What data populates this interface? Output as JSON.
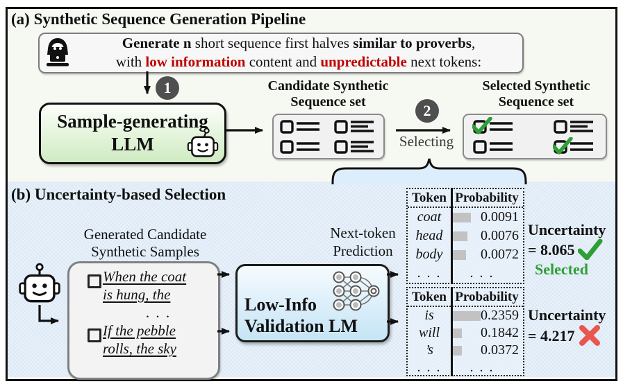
{
  "panel_a": {
    "title": "(a) Synthetic Sequence Generation Pipeline",
    "step1": "1",
    "step2": "2",
    "prompt": {
      "seg1": "Generate n",
      "seg2": " short sequence first halves ",
      "seg3": "similar to proverbs",
      "seg4": ",",
      "seg5": "with ",
      "seg6": "low information",
      "seg7": " content and ",
      "seg8": "unpredictable",
      "seg9": " next tokens:"
    },
    "llm_line1": "Sample-generating",
    "llm_line2": "LLM",
    "candidate_label1": "Candidate Synthetic",
    "candidate_label2": "Sequence set",
    "selecting_label": "Selecting",
    "selected_label1": "Selected Synthetic",
    "selected_label2": "Sequence set",
    "candidate_set": {
      "items": [
        {
          "checked": false,
          "lines": 2
        },
        {
          "checked": false,
          "lines": 3
        },
        {
          "checked": false,
          "lines": 2
        },
        {
          "checked": false,
          "lines": 3
        }
      ]
    },
    "selected_set": {
      "items": [
        {
          "checked": true,
          "lines": 2
        },
        {
          "checked": false,
          "lines": 3
        },
        {
          "checked": false,
          "lines": 2
        },
        {
          "checked": true,
          "lines": 2
        }
      ]
    }
  },
  "panel_b": {
    "title": "(b) Uncertainty-based Selection",
    "samples_label1": "Generated Candidate",
    "samples_label2": "Synthetic Samples",
    "sample1_line1": "When the coat",
    "sample1_line2": "is hung, the",
    "sample1_more": ". . .",
    "sample2_line1": "If the pebble",
    "sample2_line2": "rolls, the sky",
    "lm_line1": "Low-Info",
    "lm_line2": "Validation LM",
    "next_token1": "Next-token",
    "next_token2": "Prediction",
    "tables": [
      {
        "header_token": "Token",
        "header_prob": "Probability",
        "rows": [
          {
            "token": "coat",
            "value": "0.0091",
            "bar": 26
          },
          {
            "token": "head",
            "value": "0.0076",
            "bar": 21
          },
          {
            "token": "body",
            "value": "0.0072",
            "bar": 19
          },
          {
            "token": ". . .",
            "value": ". . .",
            "bar": 0,
            "ellipsis": true
          }
        ]
      },
      {
        "header_token": "Token",
        "header_prob": "Probability",
        "rows": [
          {
            "token": "is",
            "value": "0.2359",
            "bar": 40
          },
          {
            "token": "will",
            "value": "0.1842",
            "bar": 13
          },
          {
            "token": "’s",
            "value": "0.0372",
            "bar": 13
          },
          {
            "token": ". . .",
            "value": ". . .",
            "bar": 0,
            "ellipsis": true
          }
        ]
      }
    ],
    "result1": {
      "label": "Uncertainty",
      "value": "= 8.065",
      "verdict": "Selected"
    },
    "result2": {
      "label": "Uncertainty",
      "value": "= 4.217"
    }
  },
  "colors": {
    "accent_green": "#2f9e36",
    "accent_red_text": "#c00000",
    "cross_red": "#e8564d",
    "panel_b_bg": "#e8f1fa",
    "llm_green": "#cfeac2",
    "lm_blue": "#c5e5f4",
    "bar_gray": "#c2c2c2"
  }
}
